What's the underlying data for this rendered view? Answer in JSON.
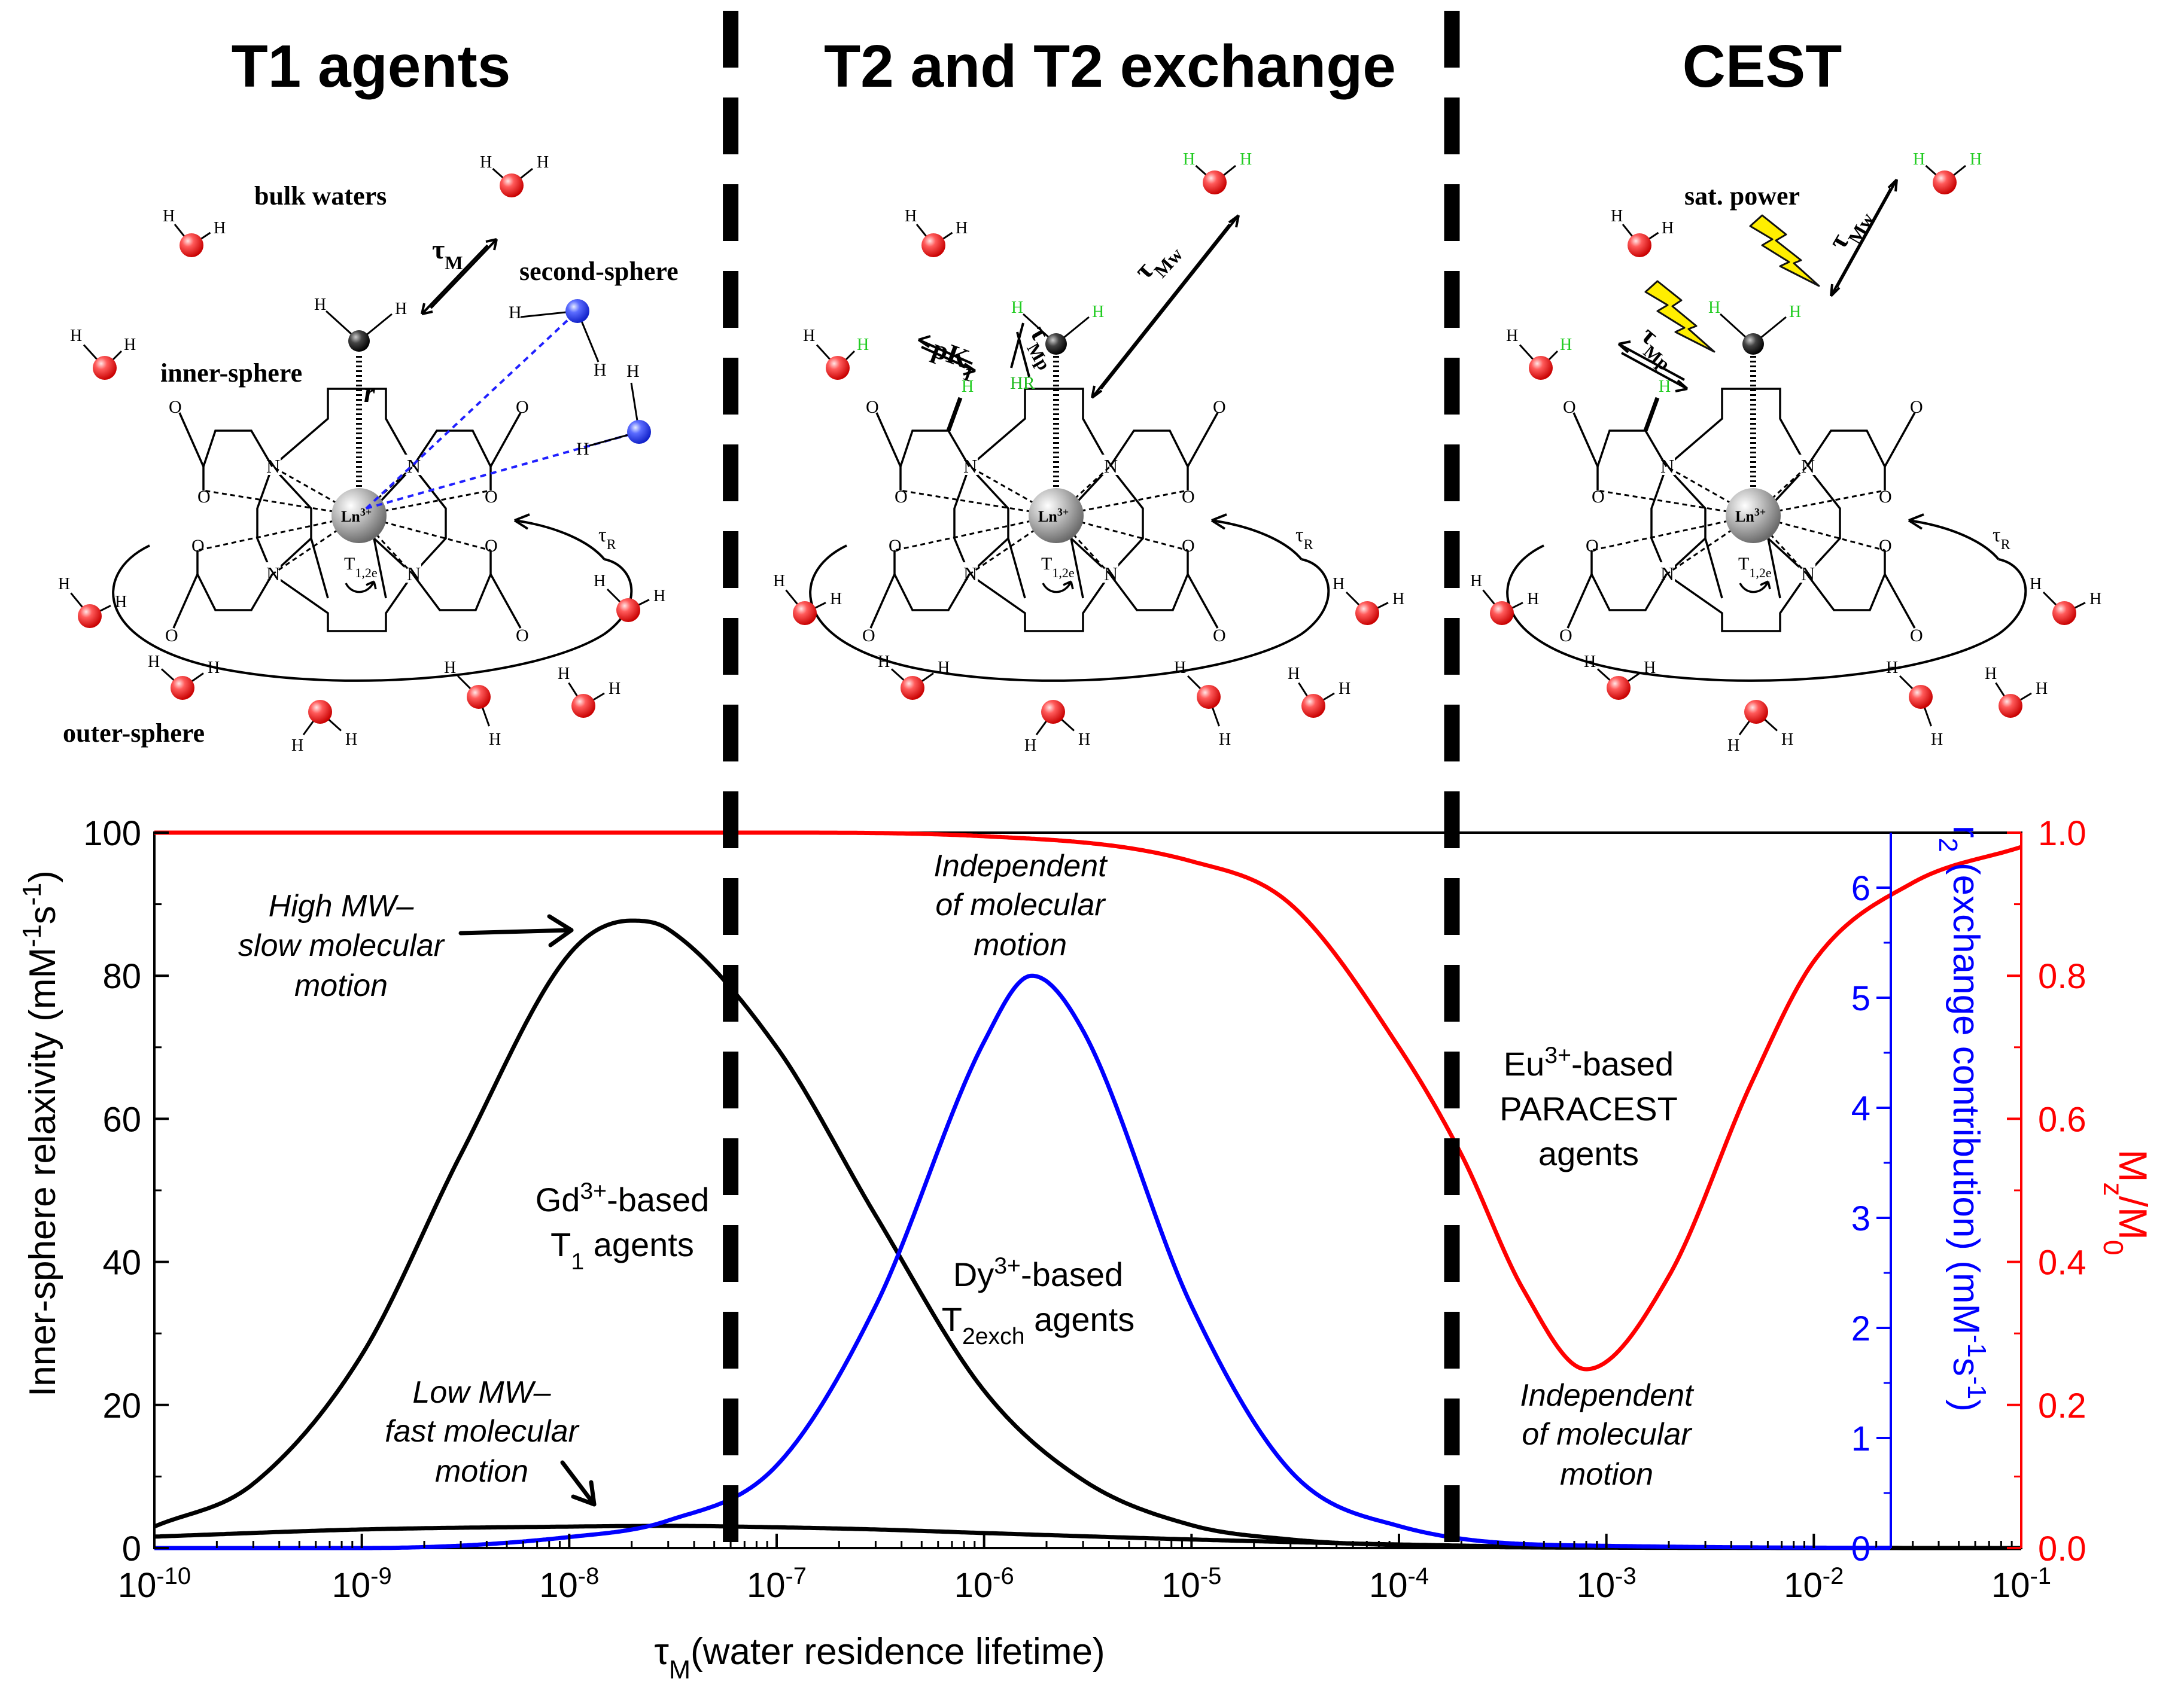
{
  "panels": {
    "t1": {
      "title": "T1 agents",
      "labels": {
        "bulk": "bulk waters",
        "second": "second-sphere",
        "inner": "inner-sphere",
        "outer": "outer-sphere",
        "tau_m": "τM",
        "r": "r",
        "tau_r": "τR",
        "t12e": "T1,2e"
      }
    },
    "t2": {
      "title": "T2 and T2 exchange",
      "labels": {
        "pk": "pK1",
        "tau_mp": "τMp",
        "tau_mw": "τMw",
        "hr": "HR",
        "tau_r": "τR",
        "t12e": "T1,2e"
      }
    },
    "cest": {
      "title": "CEST",
      "labels": {
        "sat": "sat. power",
        "tau_mp": "τMp",
        "tau_mw": "τMw",
        "tau_r": "τR",
        "t12e": "T1,2e"
      }
    },
    "atom": {
      "h": "H",
      "n": "N",
      "o": "O",
      "ln": "Ln3+"
    }
  },
  "chart_data": {
    "type": "line",
    "xlabel": "τM(water residence lifetime)",
    "ylabel_left": "Inner-sphere relaxivity (mM-1s-1)",
    "ylabel_right_blue": "r2 (exchange contribution) (mM-1s-1)",
    "ylabel_right_red": "Mz/M0",
    "x_scale": "log",
    "xlim": [
      1e-10,
      0.1
    ],
    "x_ticks": [
      "10-10",
      "10-9",
      "10-8",
      "10-7",
      "10-6",
      "10-5",
      "10-4",
      "10-3",
      "10-2",
      "10-1"
    ],
    "y_left": {
      "lim": [
        0,
        100
      ],
      "ticks": [
        0,
        20,
        40,
        60,
        80,
        100
      ]
    },
    "y_blue": {
      "lim": [
        0,
        6.5
      ],
      "ticks": [
        0,
        1,
        2,
        3,
        4,
        5,
        6
      ]
    },
    "y_red": {
      "lim": [
        0,
        1.0
      ],
      "ticks": [
        "0.0",
        "0.2",
        "0.4",
        "0.6",
        "0.8",
        "1.0"
      ]
    },
    "dividers_x": [
      6e-08,
      0.00018
    ],
    "series": [
      {
        "axis": "left",
        "color": "#000000",
        "x": [
          1e-10,
          3e-10,
          1e-09,
          3e-09,
          1e-08,
          2e-08,
          3e-08,
          1e-07,
          3e-07,
          1e-06,
          3e-06,
          1e-05,
          3e-05,
          0.0001,
          0.001,
          0.1
        ],
        "y": [
          3.0,
          9.0,
          27.0,
          55.0,
          83.0,
          87.7,
          86.5,
          70.0,
          46.5,
          22.0,
          9.5,
          3.2,
          1.2,
          0.4,
          0.05,
          0.0
        ]
      },
      {
        "axis": "left",
        "color": "#000000",
        "x": [
          1e-10,
          1e-09,
          1e-08,
          3e-08,
          1e-07,
          3e-07,
          1e-06,
          1e-05,
          0.0001,
          0.001,
          0.1
        ],
        "y": [
          1.6,
          2.6,
          3.0,
          3.1,
          2.9,
          2.6,
          2.1,
          1.2,
          0.5,
          0.1,
          0.0
        ]
      },
      {
        "axis": "blue",
        "color": "#0000ff",
        "x": [
          1e-10,
          1e-09,
          1e-08,
          3e-08,
          1e-07,
          3e-07,
          1e-06,
          1.7e-06,
          3e-06,
          1e-05,
          3e-05,
          0.0001,
          0.001,
          0.1
        ],
        "y": [
          0.0,
          0.0,
          0.1,
          0.25,
          0.75,
          2.2,
          4.6,
          5.2,
          4.7,
          2.2,
          0.7,
          0.2,
          0.02,
          0.0
        ]
      },
      {
        "axis": "red",
        "color": "#ff0000",
        "x": [
          1e-10,
          1e-07,
          1e-06,
          1e-05,
          3e-05,
          0.0001,
          0.0002,
          0.0004,
          0.0008,
          0.002,
          0.005,
          0.01,
          0.03,
          0.1
        ],
        "y": [
          1.0,
          1.0,
          0.995,
          0.96,
          0.9,
          0.7,
          0.55,
          0.36,
          0.25,
          0.38,
          0.65,
          0.82,
          0.93,
          0.98
        ]
      }
    ],
    "annotations": {
      "high_mw": [
        "High MW–",
        "slow molecular",
        "motion"
      ],
      "low_mw": [
        "Low MW–",
        "fast molecular",
        "motion"
      ],
      "indep1": [
        "Independent",
        "of molecular",
        "motion"
      ],
      "indep2": [
        "Independent",
        "of molecular",
        "motion"
      ],
      "gd": [
        "Gd3+-based",
        "T1 agents"
      ],
      "dy": [
        "Dy3+-based",
        "T2exch agents"
      ],
      "eu": [
        "Eu3+-based",
        "PARACEST",
        "agents"
      ]
    }
  }
}
